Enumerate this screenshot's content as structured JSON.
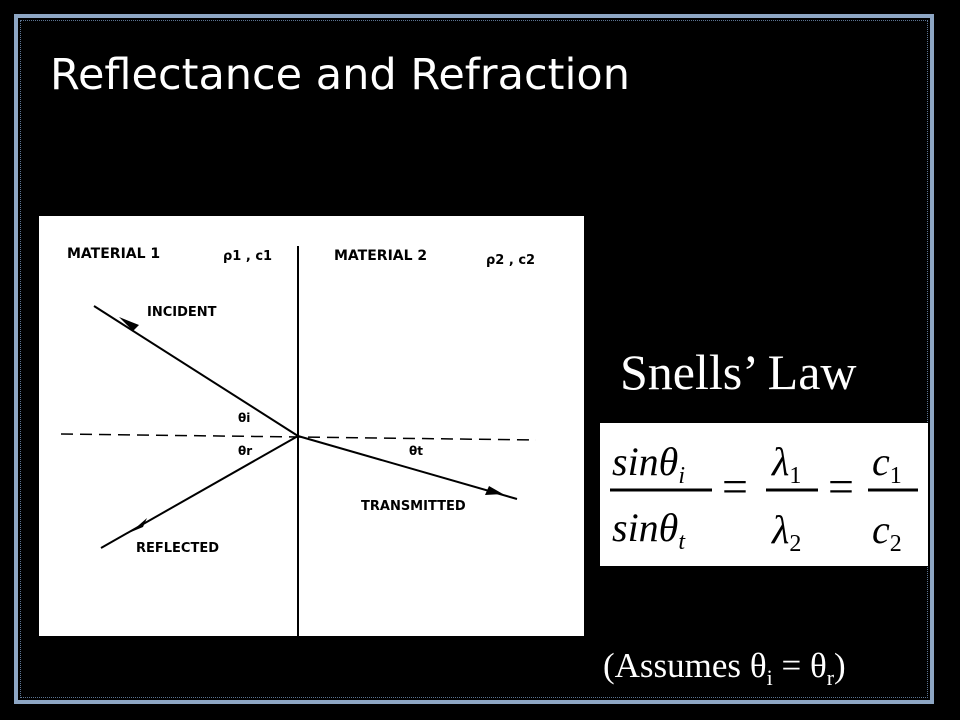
{
  "slide": {
    "title": "Reflectance and Refraction",
    "law_title": "Snells’ Law",
    "assumption": {
      "prefix": "(Assumes ",
      "theta_i": "θ",
      "sub_i": "i",
      "equals": " = ",
      "theta_r": "θ",
      "sub_r": "r",
      "suffix": ")"
    }
  },
  "figure": {
    "material1": "MATERIAL 1",
    "material1_props": "ρ1 , c1",
    "material2": "MATERIAL 2",
    "material2_props": "ρ2 , c2",
    "incident": "INCIDENT",
    "reflected": "REFLECTED",
    "transmitted": "TRANSMITTED",
    "theta_i": "θi",
    "theta_r": "θr",
    "theta_t": "θt"
  },
  "equation": {
    "num1": "sinθi",
    "den1": "sinθt",
    "num2": "λ1",
    "den2": "λ2",
    "num3": "c1",
    "den3": "c2",
    "eq": "="
  },
  "colors": {
    "background": "#000000",
    "frame": "#8da6c4",
    "text": "#ffffff"
  }
}
